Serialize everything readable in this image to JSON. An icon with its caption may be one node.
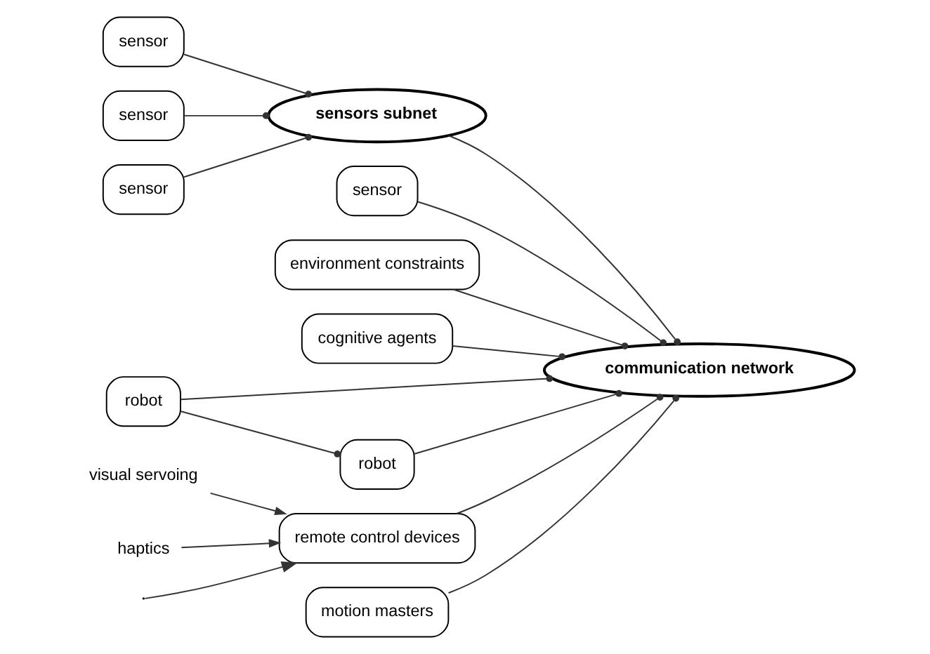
{
  "diagram": {
    "nodes": [
      {
        "text": [
          "sensor"
        ]
      },
      {
        "text": [
          "sensor"
        ]
      },
      {
        "text": [
          "sensor"
        ]
      },
      {
        "text": [
          "sensors subnet"
        ]
      },
      {
        "text": [
          "sensor"
        ]
      },
      {
        "text": [
          "environment constraints"
        ]
      },
      {
        "text": [
          "communication network"
        ]
      },
      {
        "text": [
          "cognitive agents"
        ]
      },
      {
        "text": [
          "robot"
        ]
      },
      {
        "text": [
          "robot"
        ]
      },
      {
        "text": [
          "remote control devices"
        ]
      },
      {
        "text": [
          "motion masters"
        ]
      },
      {
        "text": [
          "visual servoing"
        ]
      },
      {
        "text": [
          "haptics"
        ]
      }
    ],
    "edges": [
      {
        "from": 0,
        "to": 3,
        "arrow": "other"
      },
      {
        "from": 1,
        "to": 3,
        "arrow": "other"
      },
      {
        "from": 2,
        "to": 3,
        "arrow": "other"
      },
      {
        "from": 3,
        "to": 6,
        "arrow": "other"
      },
      {
        "from": 4,
        "to": 6,
        "arrow": "other"
      },
      {
        "from": 5,
        "to": 6,
        "arrow": "other"
      },
      {
        "from": 7,
        "to": 6,
        "arrow": "other"
      },
      {
        "from": 8,
        "to": 6,
        "arrow": "other"
      },
      {
        "from": 9,
        "to": 6,
        "arrow": "other"
      },
      {
        "from": 10,
        "to": 6,
        "arrow": "other"
      },
      {
        "from": 11,
        "to": 6,
        "arrow": "other"
      },
      {
        "from": 8,
        "to": 9,
        "arrow": "other"
      },
      {
        "from": 12,
        "to": 10,
        "arrow": "to"
      },
      {
        "from": 13,
        "to": 10,
        "arrow": "to"
      },
      {
        "from": null,
        "to": 10,
        "arrow": "to"
      }
    ]
  }
}
